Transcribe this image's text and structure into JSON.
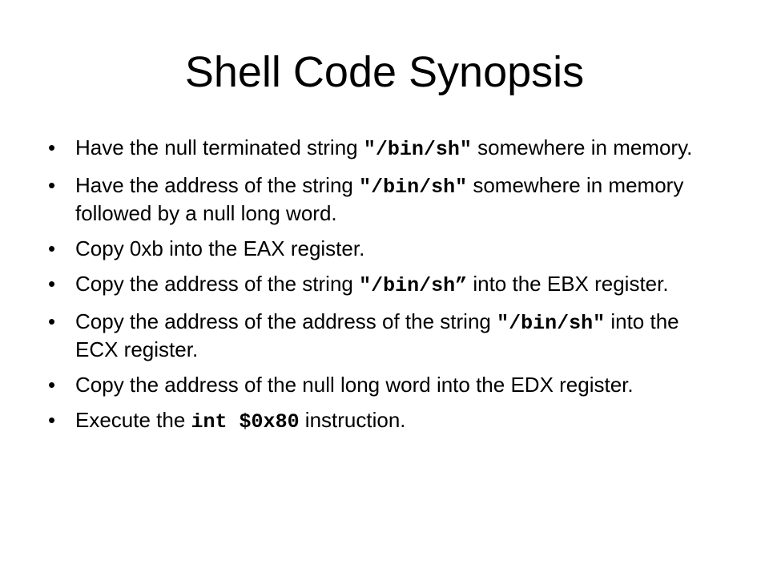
{
  "slide": {
    "title": "Shell Code Synopsis",
    "bullet_glyph": "•",
    "bullets": [
      {
        "parts": [
          {
            "text": "Have the null terminated string ",
            "mono": false
          },
          {
            "text": "\"/bin/sh\"",
            "mono": true
          },
          {
            "text": " somewhere in memory.",
            "mono": false
          }
        ]
      },
      {
        "parts": [
          {
            "text": "Have the address of the string ",
            "mono": false
          },
          {
            "text": "\"/bin/sh\"",
            "mono": true
          },
          {
            "text": " somewhere in memory followed by a null long word.",
            "mono": false
          }
        ]
      },
      {
        "parts": [
          {
            "text": "Copy 0xb into the EAX register.",
            "mono": false
          }
        ]
      },
      {
        "parts": [
          {
            "text": "Copy the address of the string ",
            "mono": false
          },
          {
            "text": "\"/bin/sh”",
            "mono": true
          },
          {
            "text": " into the EBX register.",
            "mono": false
          }
        ]
      },
      {
        "parts": [
          {
            "text": "Copy the address of the address of the string ",
            "mono": false
          },
          {
            "text": "\"/bin/sh\"",
            "mono": true
          },
          {
            "text": " into the ECX register.",
            "mono": false
          }
        ]
      },
      {
        "parts": [
          {
            "text": "Copy the address of the null long word into the EDX register.",
            "mono": false
          }
        ]
      },
      {
        "parts": [
          {
            "text": "Execute the ",
            "mono": false
          },
          {
            "text": "int $0x80",
            "mono": true
          },
          {
            "text": " instruction.",
            "mono": false
          }
        ]
      }
    ]
  }
}
